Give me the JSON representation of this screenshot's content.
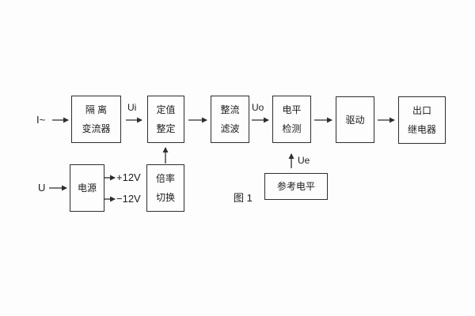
{
  "figure": {
    "caption": "图 1"
  },
  "colors": {
    "line": "#2e2e2e",
    "text": "#1c1c1c",
    "background": "#fdfdfd"
  },
  "signals": {
    "input_current": "I~",
    "input_voltage": "U",
    "ui": "Ui",
    "uo": "Uo",
    "ue": "Ue",
    "plus_rail": "+12V",
    "minus_rail": "−12V"
  },
  "blocks": {
    "isolation_transformer": {
      "line1": "隔 离",
      "line2": "变流器"
    },
    "setting": {
      "line1": "定值",
      "line2": "整定"
    },
    "rectifier_filter": {
      "line1": "整流",
      "line2": "滤波"
    },
    "level_detector": {
      "line1": "电平",
      "line2": "检测"
    },
    "driver": {
      "line1": "驱动"
    },
    "output_relay": {
      "line1": "出口",
      "line2": "继电器"
    },
    "power_supply": {
      "line1": "电源"
    },
    "ratio_switch": {
      "line1": "倍率",
      "line2": "切换"
    },
    "reference_level": {
      "line1": "参考电平"
    }
  }
}
